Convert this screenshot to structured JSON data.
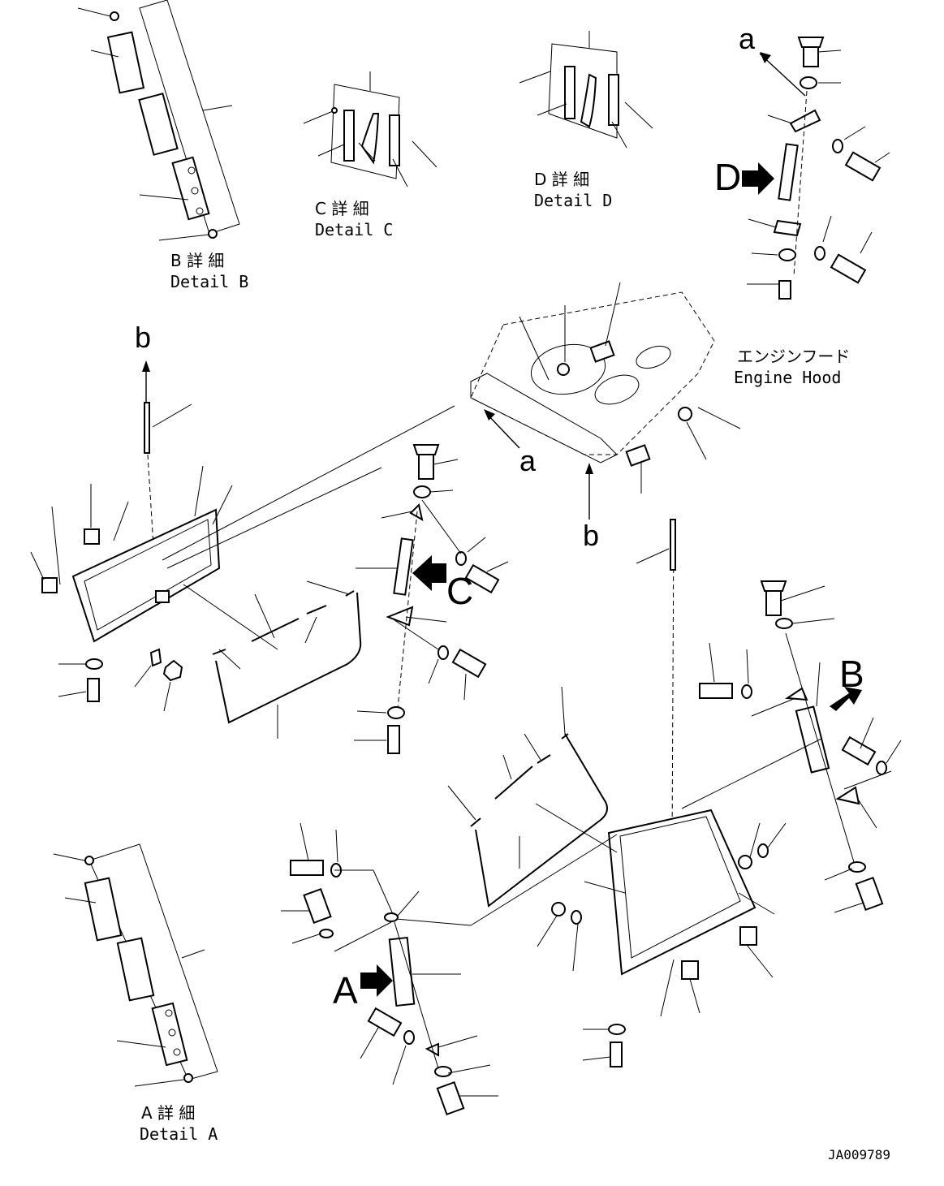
{
  "labels": {
    "detail_a_jp": "A 詳 細",
    "detail_a_en": "Detail A",
    "detail_b_jp": "B 詳 細",
    "detail_b_en": "Detail B",
    "detail_c_jp": "C 詳 細",
    "detail_c_en": "Detail C",
    "detail_d_jp": "D 詳 細",
    "detail_d_en": "Detail D",
    "engine_hood_jp": "エンジンフード",
    "engine_hood_en": "Engine Hood",
    "ref_a_top": "a",
    "ref_a_mid": "a",
    "ref_b_left": "b",
    "ref_b_mid": "b",
    "view_a": "A",
    "view_b": "B",
    "view_c": "C",
    "view_d": "D",
    "drawing_code": "JA009789"
  }
}
